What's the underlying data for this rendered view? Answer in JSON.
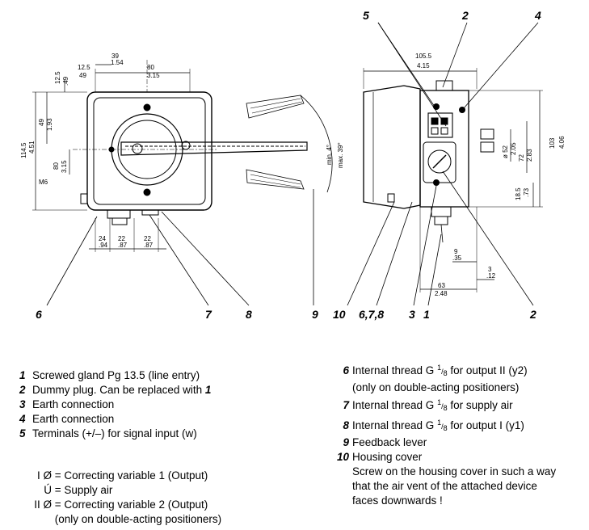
{
  "callouts": {
    "top": [
      "5",
      "2",
      "4"
    ],
    "bottom": [
      "6",
      "7",
      "8",
      "9",
      "10",
      "6,7,8",
      "3",
      "1",
      "2"
    ]
  },
  "dimensions": {
    "d39": "39",
    "d154": "1.54",
    "d80": "80",
    "d315": "3.15",
    "d125": "12.5",
    "d49": "49",
    "d2_125": "12.5",
    "d2_49": ".49",
    "v49": "49",
    "v193": "1.93",
    "v1145": "114.5",
    "v451": "4.51",
    "v80": "80",
    "v315": "3.15",
    "m6": "M6",
    "b24": "24",
    "b94": ".94",
    "b22a": "22",
    "b87a": ".87",
    "b22b": "22",
    "b87b": ".87",
    "angle_min": "min. 4°",
    "angle_max": "max. 39°",
    "r1055": "105.5",
    "r415": "4.15",
    "r103": "103",
    "r406": "4.06",
    "r62": "ø 52",
    "r205": "2.05",
    "r72": "72",
    "r283": "2.83",
    "r185": "18.5",
    "r73": ".73",
    "r9": "9",
    "r35": ".35",
    "r3": "3",
    "r12": ".12",
    "r63": "63",
    "r248": "2.48"
  },
  "legend_left": [
    {
      "num": "1",
      "text": "Screwed gland Pg 13.5 (line entry)"
    },
    {
      "num": "2",
      "text": "Dummy plug.  Can be replaced with",
      "ref": "1"
    },
    {
      "num": "3",
      "text": "Earth connection"
    },
    {
      "num": "4",
      "text": "Earth connection"
    },
    {
      "num": "5",
      "text": "Terminals (+/–) for signal input (w)"
    }
  ],
  "legend_right": {
    "item6_num": "6",
    "item6_pre": "Internal thread G",
    "item6_frac_top": "1",
    "item6_frac_bot": "8",
    "item6_post": "for output II (y2)",
    "item6_cont": "(only on double-acting positioners)",
    "item7_num": "7",
    "item7_pre": "Internal thread G",
    "item7_frac_top": "1",
    "item7_frac_bot": "8",
    "item7_post": "for supply air",
    "item8_num": "8",
    "item8_pre": "Internal thread G",
    "item8_frac_top": "1",
    "item8_frac_bot": "8",
    "item8_post": "for output I (y1)",
    "item9_num": "9",
    "item9_text": "Feedback lever",
    "item10_num": "10",
    "item10_text": "Housing cover",
    "item10_cont1": "Screw on the housing cover in such a way",
    "item10_cont2": "that the air vent of the attached device",
    "item10_cont3": "faces downwards !"
  },
  "symbols": [
    {
      "sym": "I Ø",
      "text": "= Correcting variable 1 (Output)"
    },
    {
      "sym": "Ú",
      "text": "= Supply air"
    },
    {
      "sym": "II Ø",
      "text": "= Correcting variable 2 (Output)"
    },
    {
      "sym": "",
      "text": "(only on double-acting positioners)"
    }
  ]
}
